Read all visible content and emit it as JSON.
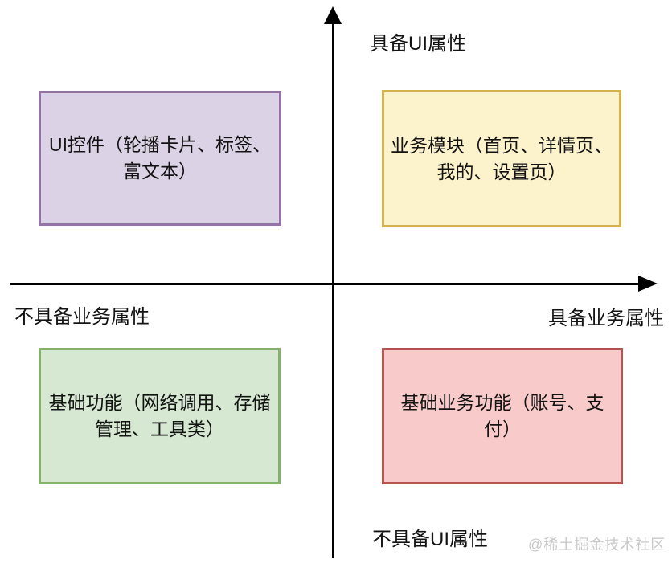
{
  "diagram": {
    "axes": {
      "color": "#000000",
      "y_positive_label": "具备UI属性",
      "y_negative_label": "不具备UI属性",
      "x_positive_label": "具备业务属性",
      "x_negative_label": "不具备业务属性"
    },
    "quadrants": [
      {
        "position": "top-left",
        "label": "UI控件（轮播卡片、标签、\n富文本）",
        "fill": "#dcd2e5",
        "border": "#9673a6"
      },
      {
        "position": "top-right",
        "label": "业务模块（首页、详情页、\n我的、设置页）",
        "fill": "#fcf2cc",
        "border": "#d3b24e"
      },
      {
        "position": "bottom-left",
        "label": "基础功能（网络调用、存储\n管理、工具类）",
        "fill": "#d6e8d2",
        "border": "#82b366"
      },
      {
        "position": "bottom-right",
        "label": "基础业务功能（账号、支\n付）",
        "fill": "#f8cbca",
        "border": "#b85450"
      }
    ],
    "watermark": "@稀土掘金技术社区"
  }
}
